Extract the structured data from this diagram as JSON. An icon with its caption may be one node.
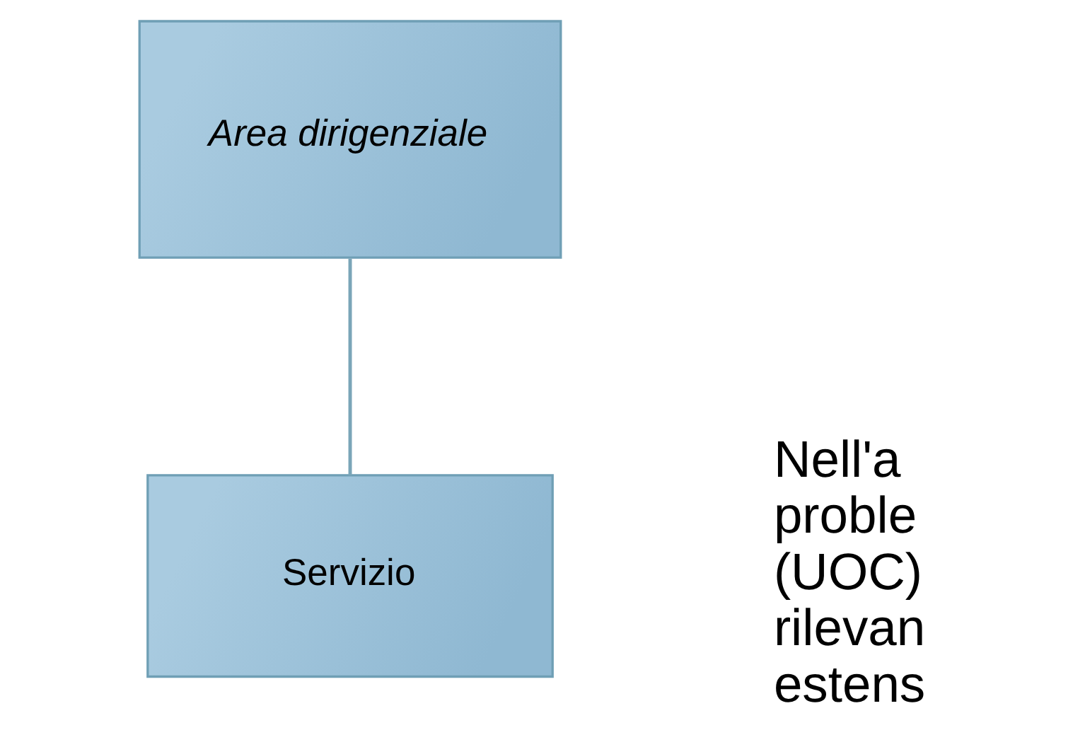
{
  "diagram": {
    "nodes": [
      {
        "text": [
          "Area dirigenziale"
        ]
      },
      {
        "text": [
          "Servizio"
        ]
      }
    ],
    "edges": [
      {
        "from": 0,
        "to": 1,
        "arrow": "none"
      }
    ],
    "labels": [
      "Nell'a proble (UOC) rilevan estens"
    ]
  }
}
